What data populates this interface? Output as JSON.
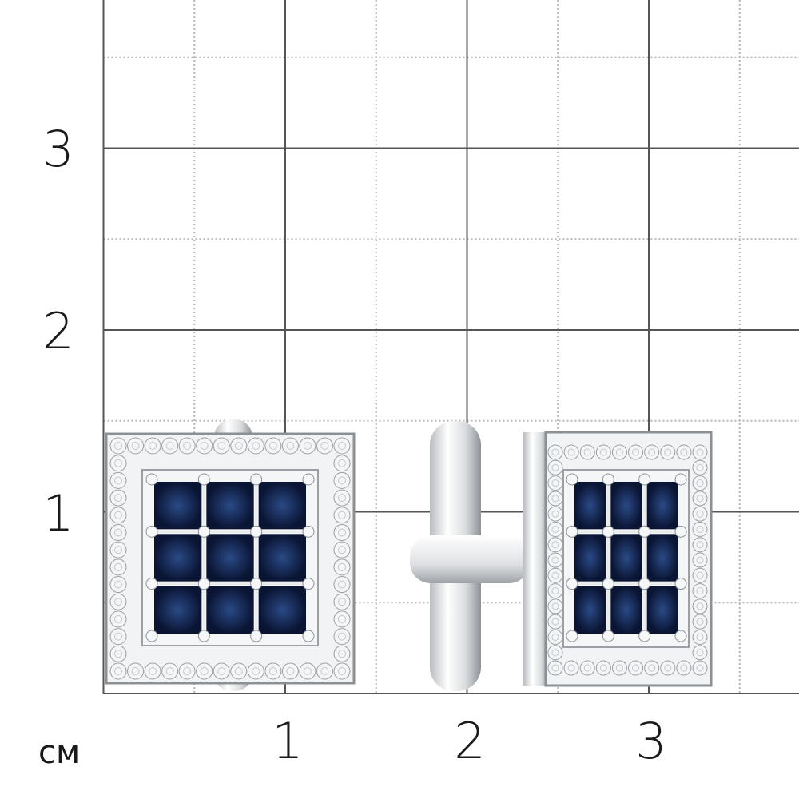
{
  "ruler": {
    "unit": "см",
    "x_labels": [
      "1",
      "2",
      "3"
    ],
    "y_labels": [
      "3",
      "2",
      "1"
    ]
  },
  "product": {
    "name": "cufflinks",
    "colors": {
      "metal": "#e6e8ea",
      "sapphire": "#0f1d45",
      "diamond": "#f4f5f6",
      "grid_major": "#555555",
      "grid_minor": "#b5b5b5"
    }
  }
}
